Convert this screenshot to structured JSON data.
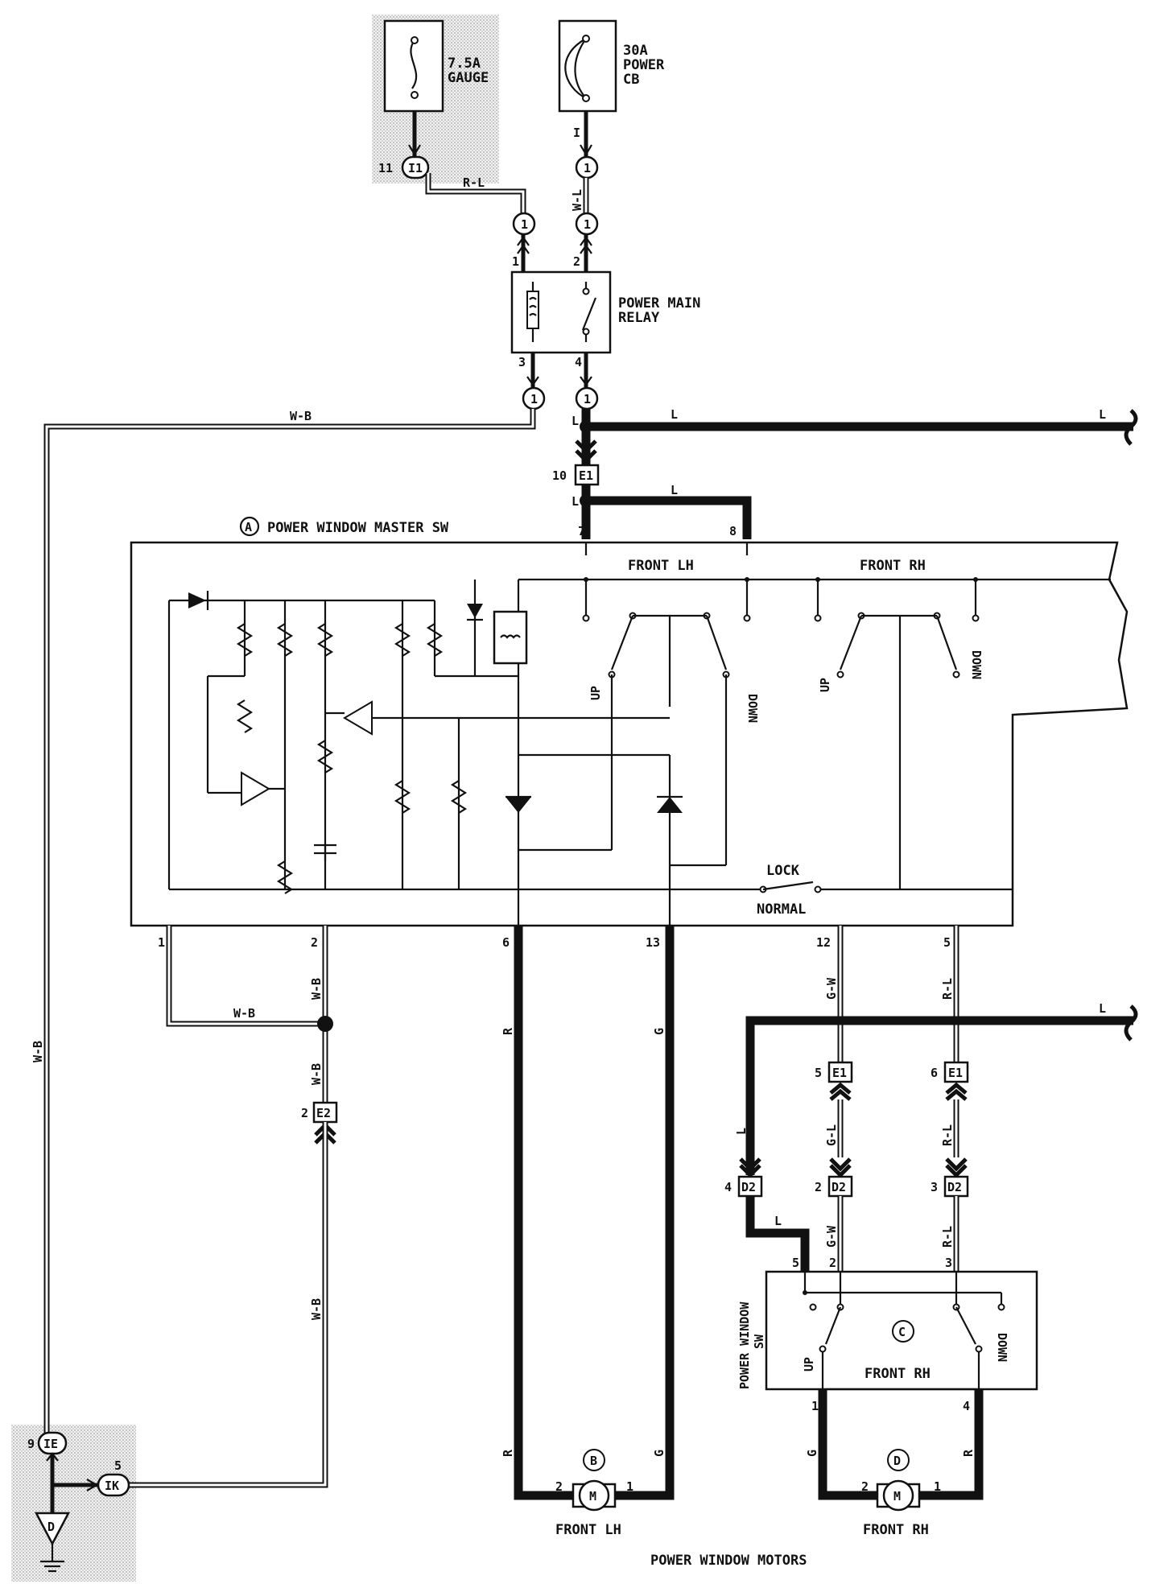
{
  "fuse_gauge": {
    "line1": "7.5A",
    "line2": "GAUGE"
  },
  "breaker": {
    "line1": "30A",
    "line2": "POWER",
    "line3": "CB"
  },
  "relay": {
    "line1": "POWER MAIN",
    "line2": "RELAY",
    "pin1": "1",
    "pin2": "2",
    "pin3": "3",
    "pin4": "4"
  },
  "wires": {
    "rl": "R-L",
    "wl": "W-L",
    "wb": "W-B",
    "l": "L",
    "r": "R",
    "g": "G",
    "gw": "G-W",
    "gl": "G-L"
  },
  "connectors": {
    "i1": "I1",
    "i1_pin": "11",
    "one": "1",
    "i_pin": "I",
    "e1": "E1",
    "e1_pin10": "10",
    "e1_pin5": "5",
    "e1_pin6": "6",
    "e2": "E2",
    "e2_pin": "2",
    "d2": "D2",
    "d2_pin4": "4",
    "d2_pin2": "2",
    "d2_pin3": "3",
    "ie": "IE",
    "ie_pin": "9",
    "ik": "IK",
    "ik_pin": "5"
  },
  "master_switch": {
    "id": "A",
    "title": "POWER WINDOW MASTER SW",
    "front_lh": "FRONT LH",
    "front_rh": "FRONT RH",
    "up": "UP",
    "down": "DOWN",
    "lock": "LOCK",
    "normal": "NORMAL",
    "pins": [
      "7",
      "8",
      "1",
      "2",
      "6",
      "13",
      "12",
      "5"
    ]
  },
  "rh_switch": {
    "id": "C",
    "title_line1": "POWER WINDOW",
    "title_line2": "SW",
    "label": "FRONT RH",
    "up": "UP",
    "down": "DOWN",
    "pins": [
      "5",
      "2",
      "3",
      "1",
      "4"
    ]
  },
  "motors": {
    "caption": "POWER WINDOW MOTORS",
    "lh": {
      "id": "B",
      "label": "FRONT LH",
      "symbol": "M",
      "pin_a": "2",
      "pin_b": "1"
    },
    "rh": {
      "id": "D",
      "label": "FRONT RH",
      "symbol": "M",
      "pin_a": "2",
      "pin_b": "1"
    }
  },
  "ground": {
    "id": "D"
  }
}
